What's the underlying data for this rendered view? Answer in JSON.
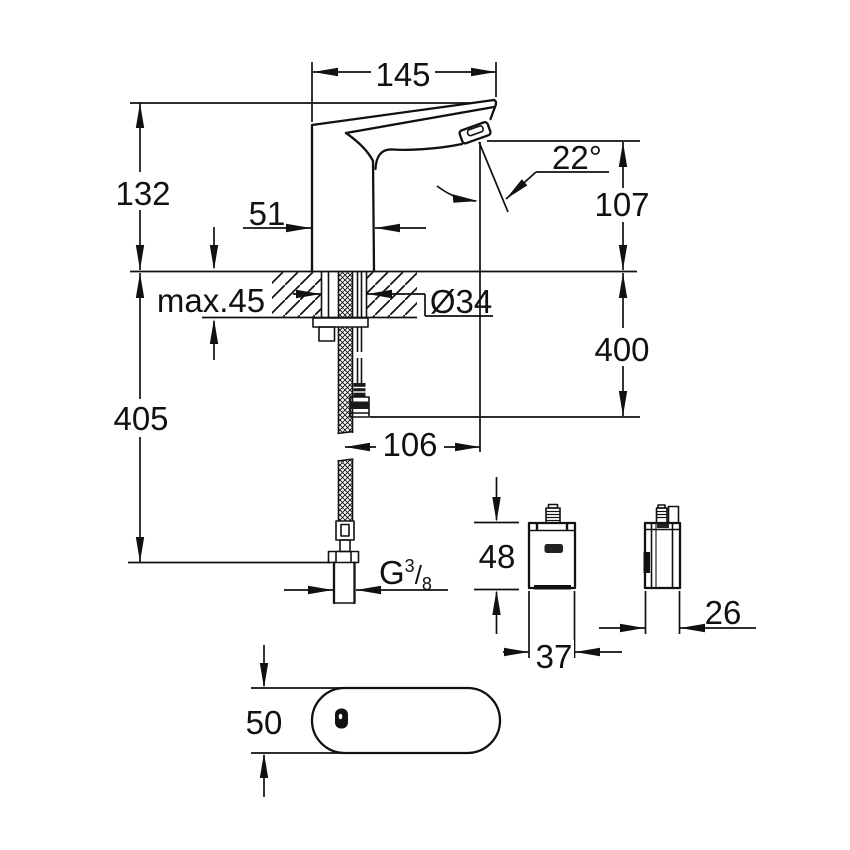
{
  "labels": {
    "spout_reach": "145",
    "spout_height": "132",
    "body_depth": "51",
    "spray_angle": "22°",
    "outlet_height": "107",
    "deck_thickness": "max.45",
    "hole_diameter": "Ø34",
    "cable_length": "400",
    "hose_length": "405",
    "hose_offset": "106",
    "thread": {
      "g": "G",
      "sup": "3",
      "slash": "/",
      "sub": "8"
    },
    "box_height": "48",
    "box_width": "37",
    "box_depth": "26",
    "base_width": "50"
  }
}
